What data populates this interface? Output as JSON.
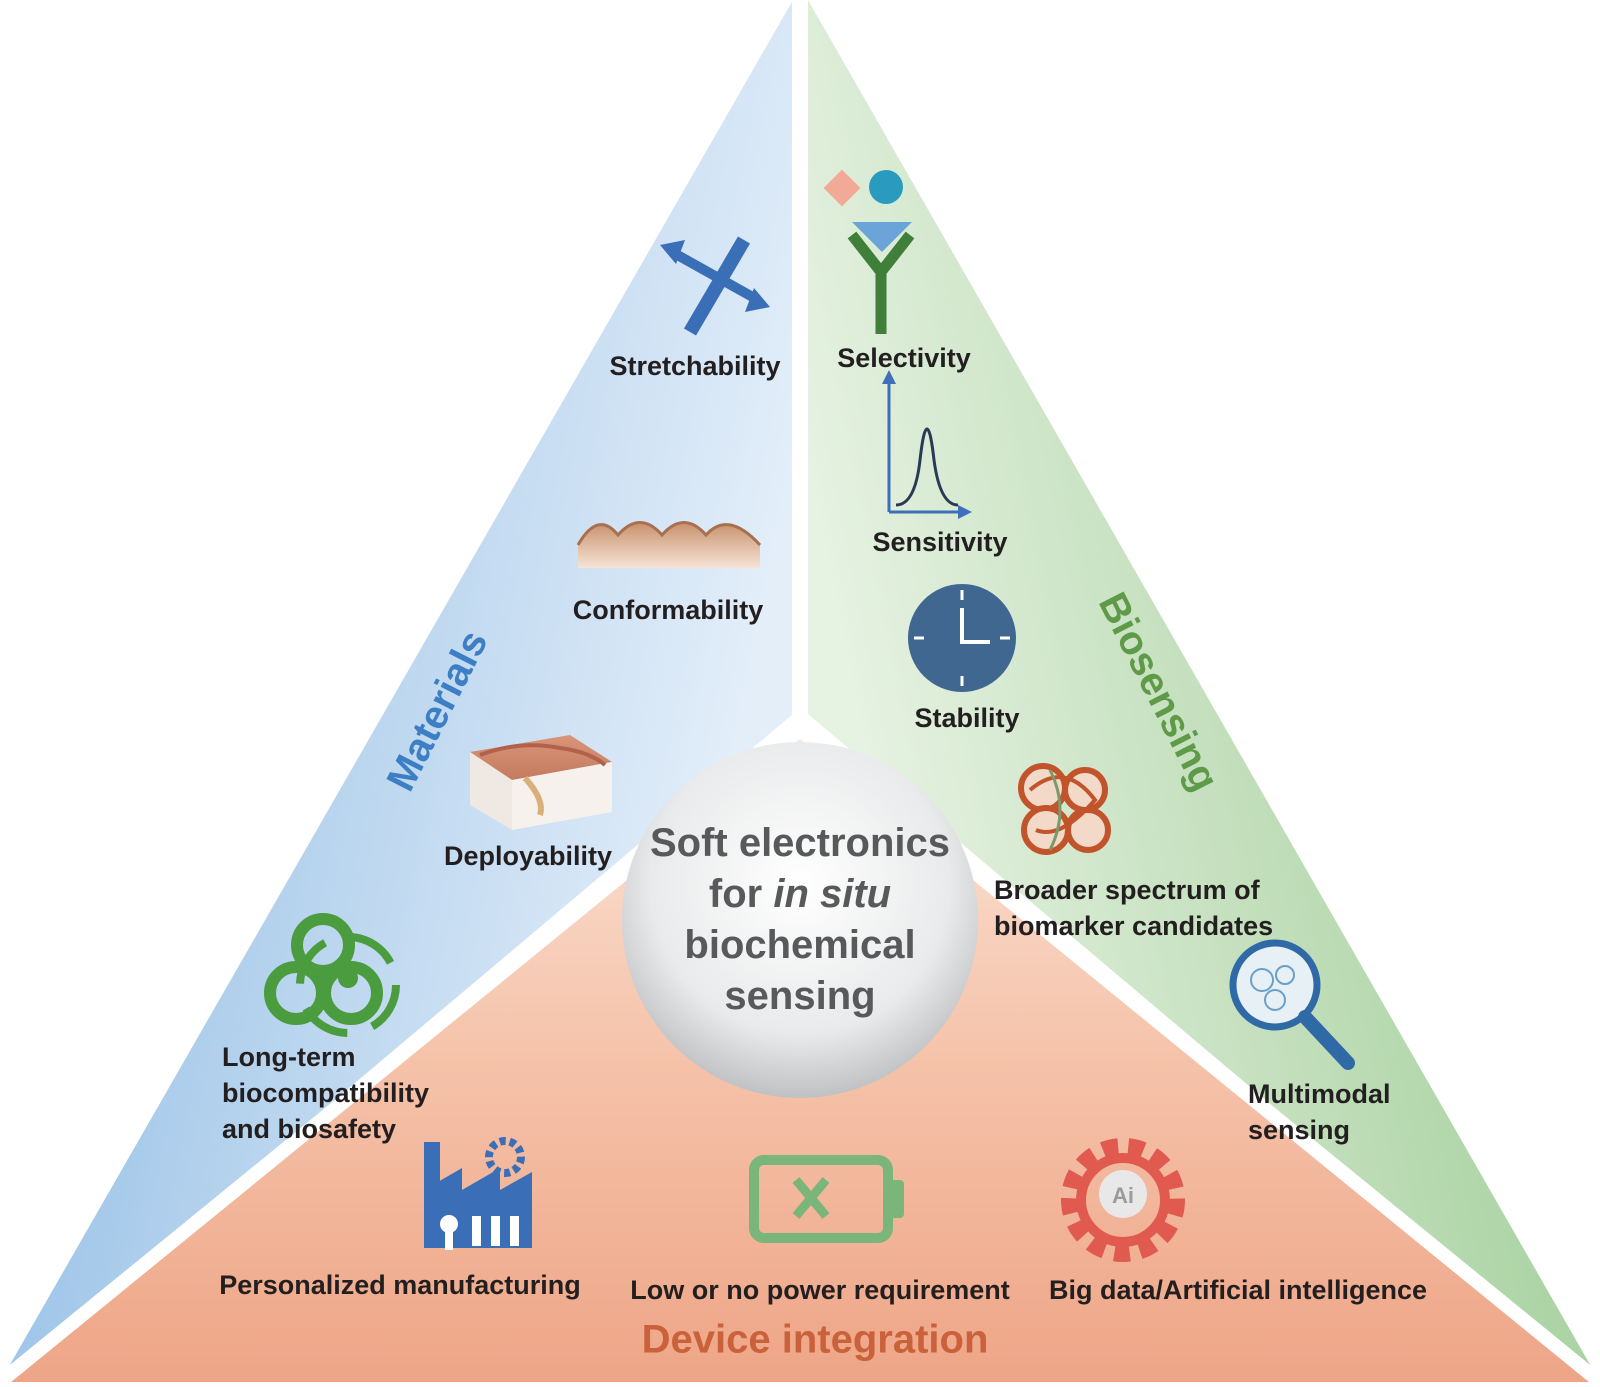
{
  "sections": {
    "materials": "Materials",
    "biosensing": "Biosensing",
    "device_integration": "Device integration"
  },
  "center": {
    "line1": "Soft electronics",
    "line2_prefix": "for ",
    "line2_italic": "in situ",
    "line3": "biochemical",
    "line4": "sensing"
  },
  "materials_items": {
    "stretchability": "Stretchability",
    "conformability": "Conformability",
    "deployability": "Deployability",
    "biocompat_1": "Long-term",
    "biocompat_2": "biocompatibility",
    "biocompat_3": "and biosafety"
  },
  "biosensing_items": {
    "selectivity": "Selectivity",
    "sensitivity": "Sensitivity",
    "stability": "Stability",
    "broader_1": "Broader spectrum of",
    "broader_2": "biomarker candidates",
    "multimodal_1": "Multimodal",
    "multimodal_2": "sensing"
  },
  "device_items": {
    "manufacturing": "Personalized manufacturing",
    "power": "Low or no power requirement",
    "ai": "Big data/Artificial intelligence",
    "ai_badge": "Ai"
  },
  "colors": {
    "materials_blue": "#3d7fc4",
    "biosensing_green": "#5f9a48",
    "device_orange": "#c9613a",
    "center_gray": "#58595b"
  }
}
